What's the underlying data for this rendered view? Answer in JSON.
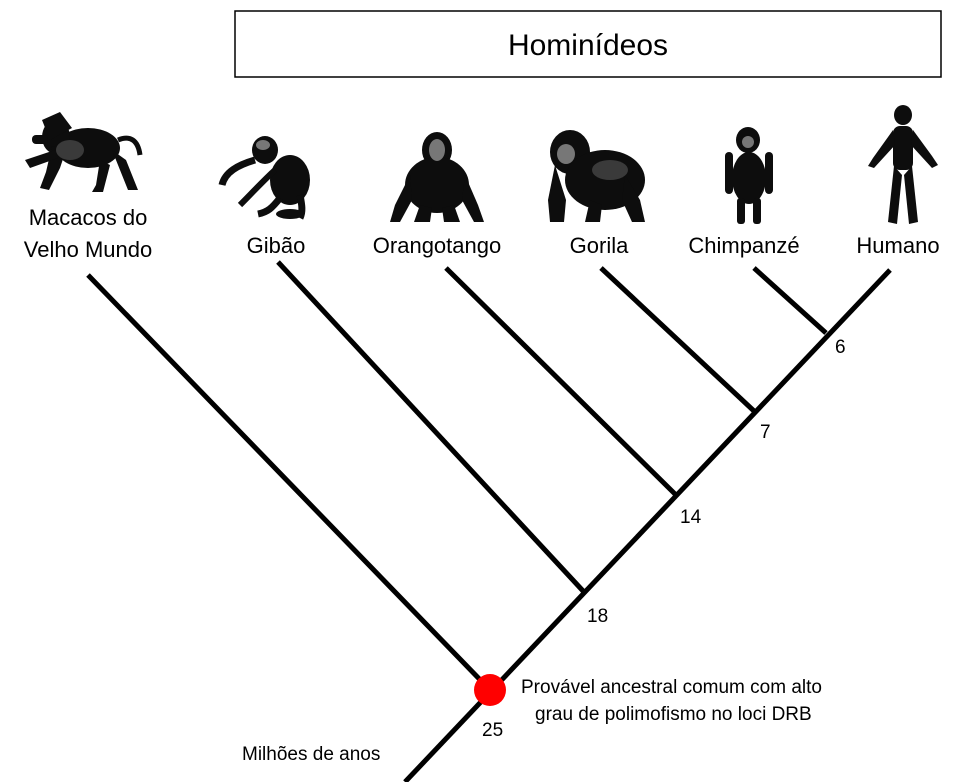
{
  "title": "Hominídeos",
  "taxa": {
    "old_world_monkeys": {
      "line1": "Macacos do",
      "line2": "Velho Mundo"
    },
    "gibbon": "Gibão",
    "orangutan": "Orangotango",
    "gorilla": "Gorila",
    "chimpanzee": "Chimpanzé",
    "human": "Humano"
  },
  "node_ages": {
    "human_chimp": "6",
    "gorilla": "7",
    "orangutan": "14",
    "gibbon": "18",
    "root": "25"
  },
  "ancestor_note": {
    "line1": "Provável ancestral comum com alto",
    "line2": "grau de polimofismo no loci DRB"
  },
  "axis_label": "Milhões de anos",
  "colors": {
    "branch": "#000000",
    "ancestor_marker": "#ff0000",
    "title_border": "#000000"
  },
  "icons": [
    "baboon-silhouette",
    "gibbon-silhouette",
    "orangutan-silhouette",
    "gorilla-silhouette",
    "chimpanzee-silhouette",
    "human-silhouette"
  ]
}
